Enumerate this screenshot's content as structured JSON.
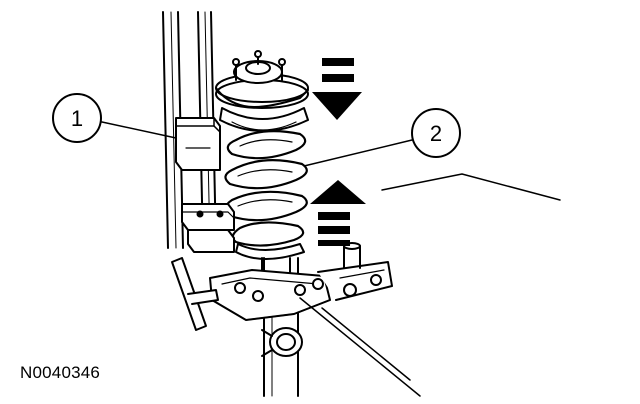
{
  "figure": {
    "id": "N0040346"
  },
  "callouts": [
    {
      "label": "1"
    },
    {
      "label": "2"
    }
  ],
  "arrows": [
    {
      "direction": "down"
    },
    {
      "direction": "up"
    }
  ],
  "colors": {
    "ink": "#000000",
    "paper": "#ffffff",
    "shade": "#9a9a9a"
  }
}
